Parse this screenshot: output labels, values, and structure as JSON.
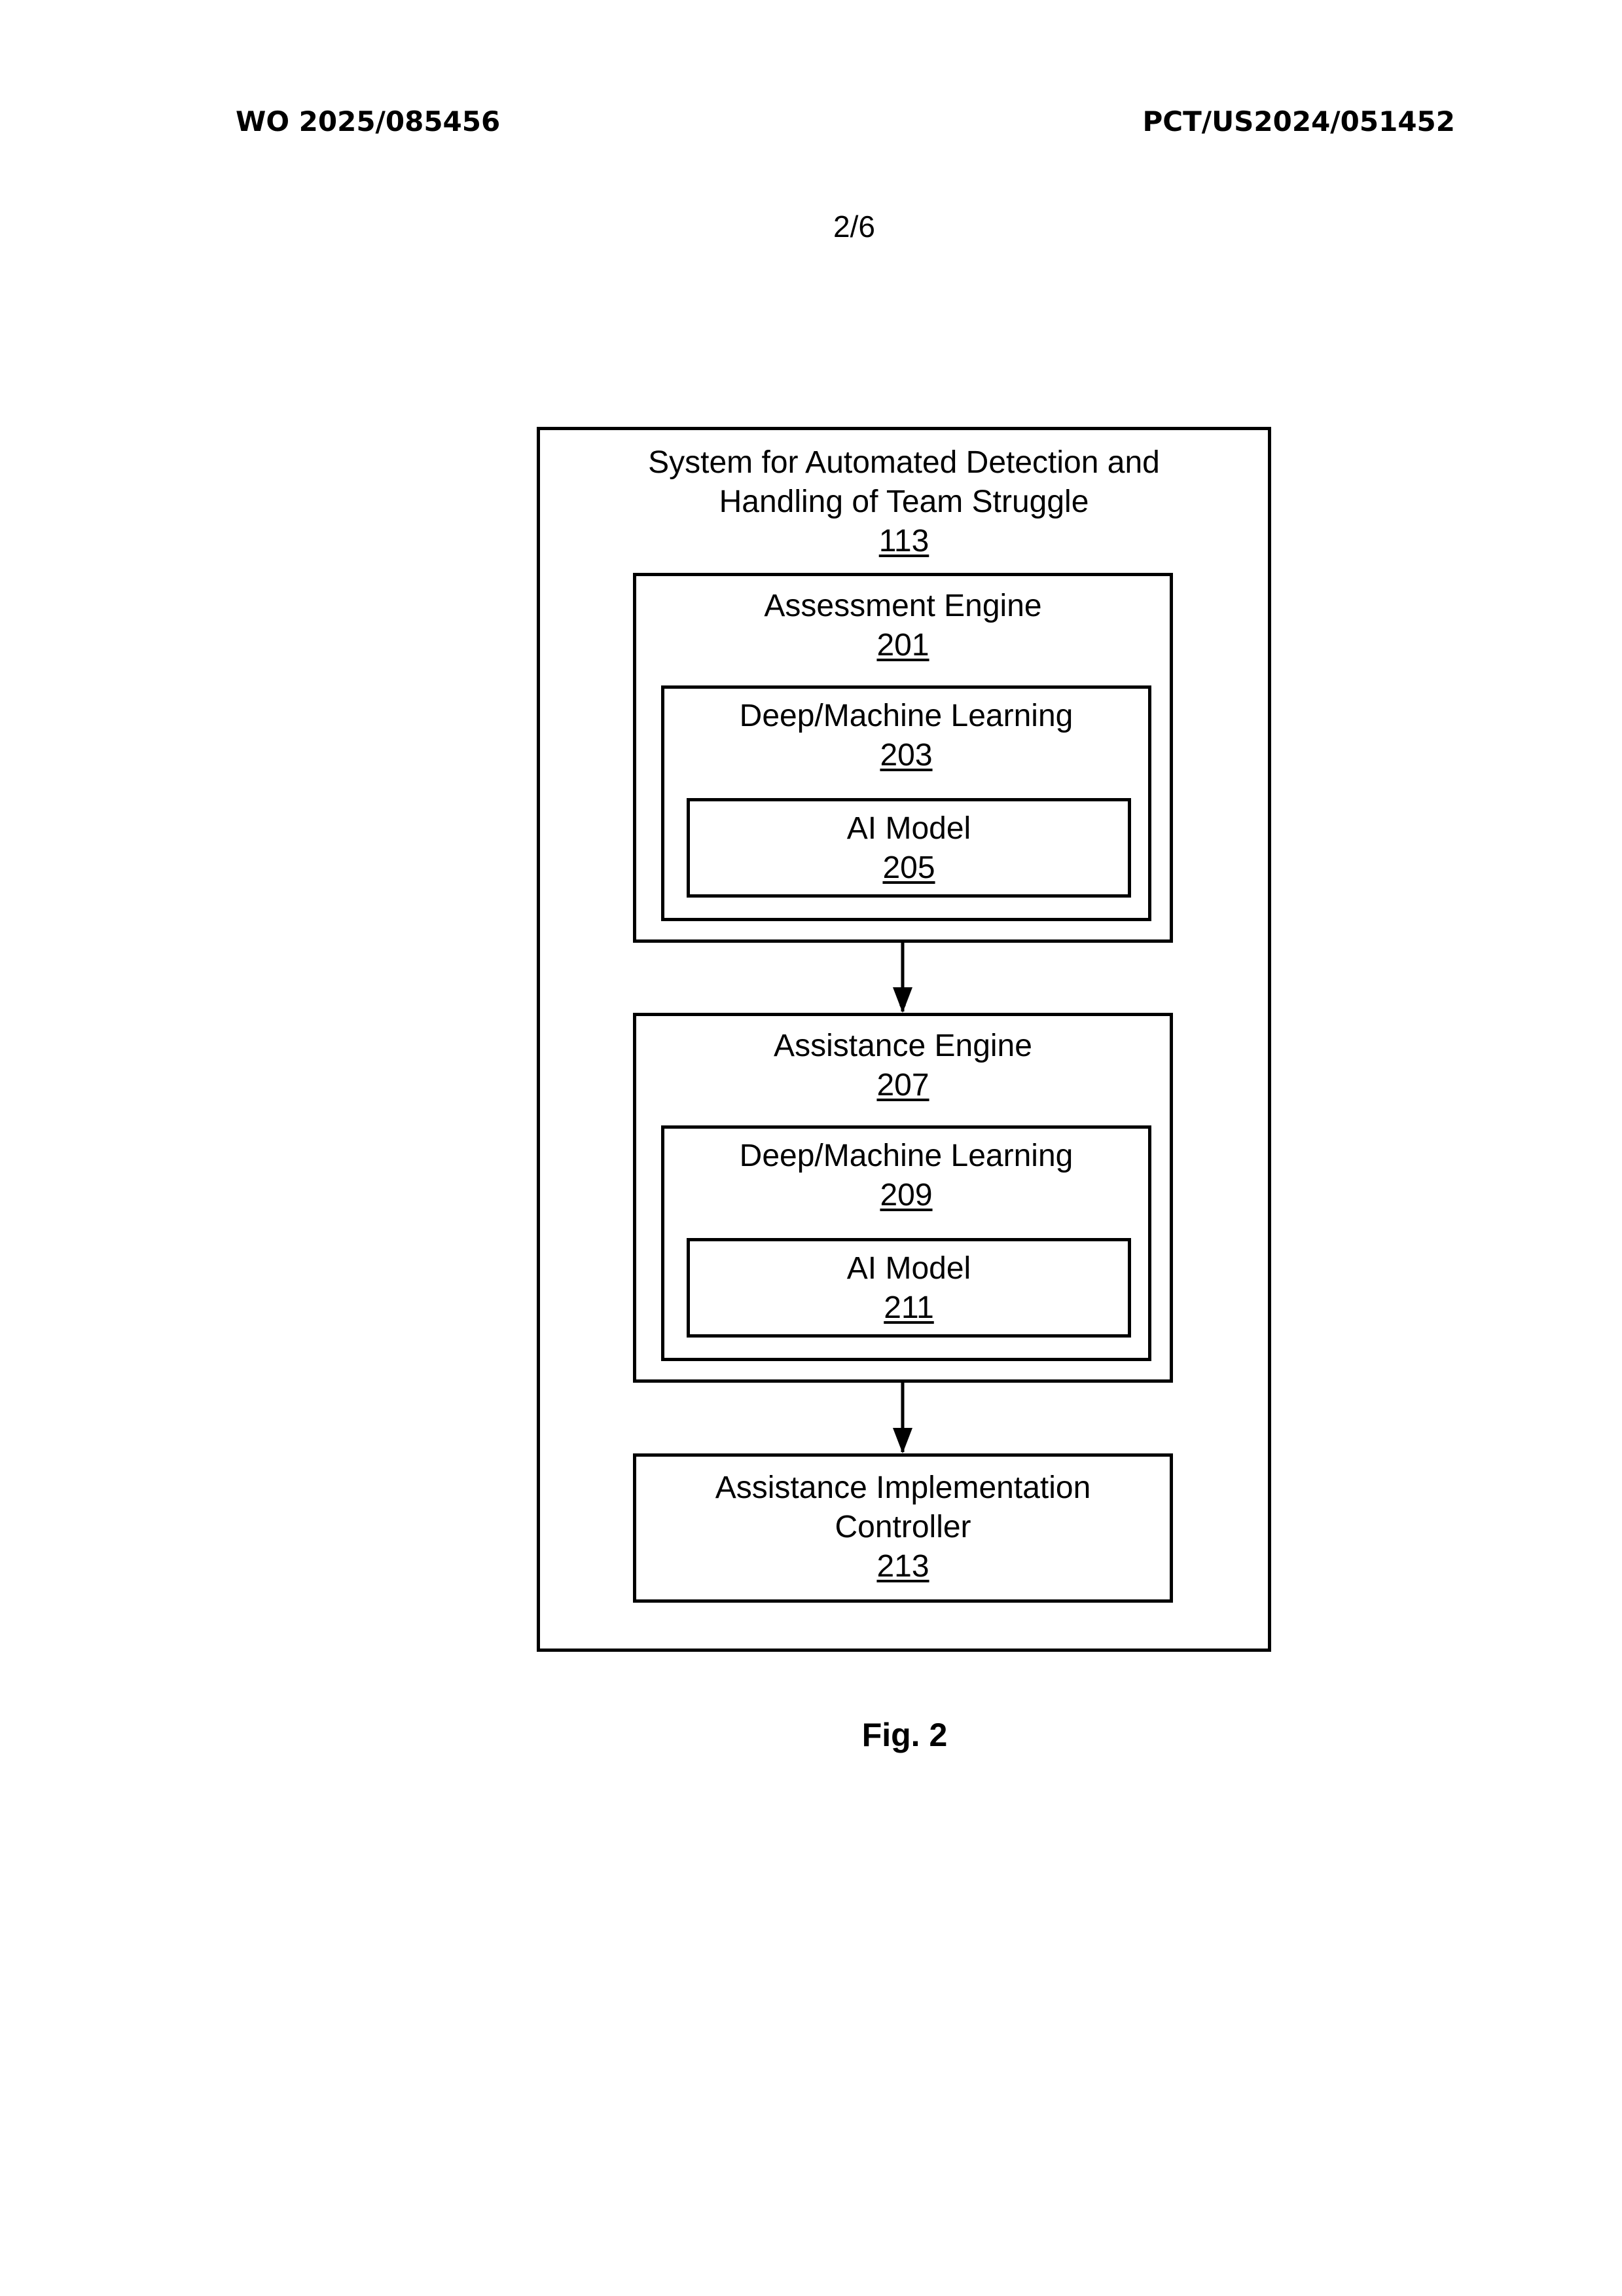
{
  "header": {
    "publication_number": "WO 2025/085456",
    "application_number": "PCT/US2024/051452"
  },
  "sheet": "2/6",
  "diagram": {
    "system": {
      "title_line1": "System for Automated Detection and",
      "title_line2": "Handling of Team Struggle",
      "ref": "113"
    },
    "assessment_engine": {
      "title": "Assessment Engine",
      "ref": "201",
      "learning": {
        "title": "Deep/Machine Learning",
        "ref": "203"
      },
      "model": {
        "title": "AI Model",
        "ref": "205"
      }
    },
    "assistance_engine": {
      "title": "Assistance Engine",
      "ref": "207",
      "learning": {
        "title": "Deep/Machine Learning",
        "ref": "209"
      },
      "model": {
        "title": "AI Model",
        "ref": "211"
      }
    },
    "controller": {
      "title_line1": "Assistance Implementation",
      "title_line2": "Controller",
      "ref": "213"
    }
  },
  "caption": "Fig. 2"
}
